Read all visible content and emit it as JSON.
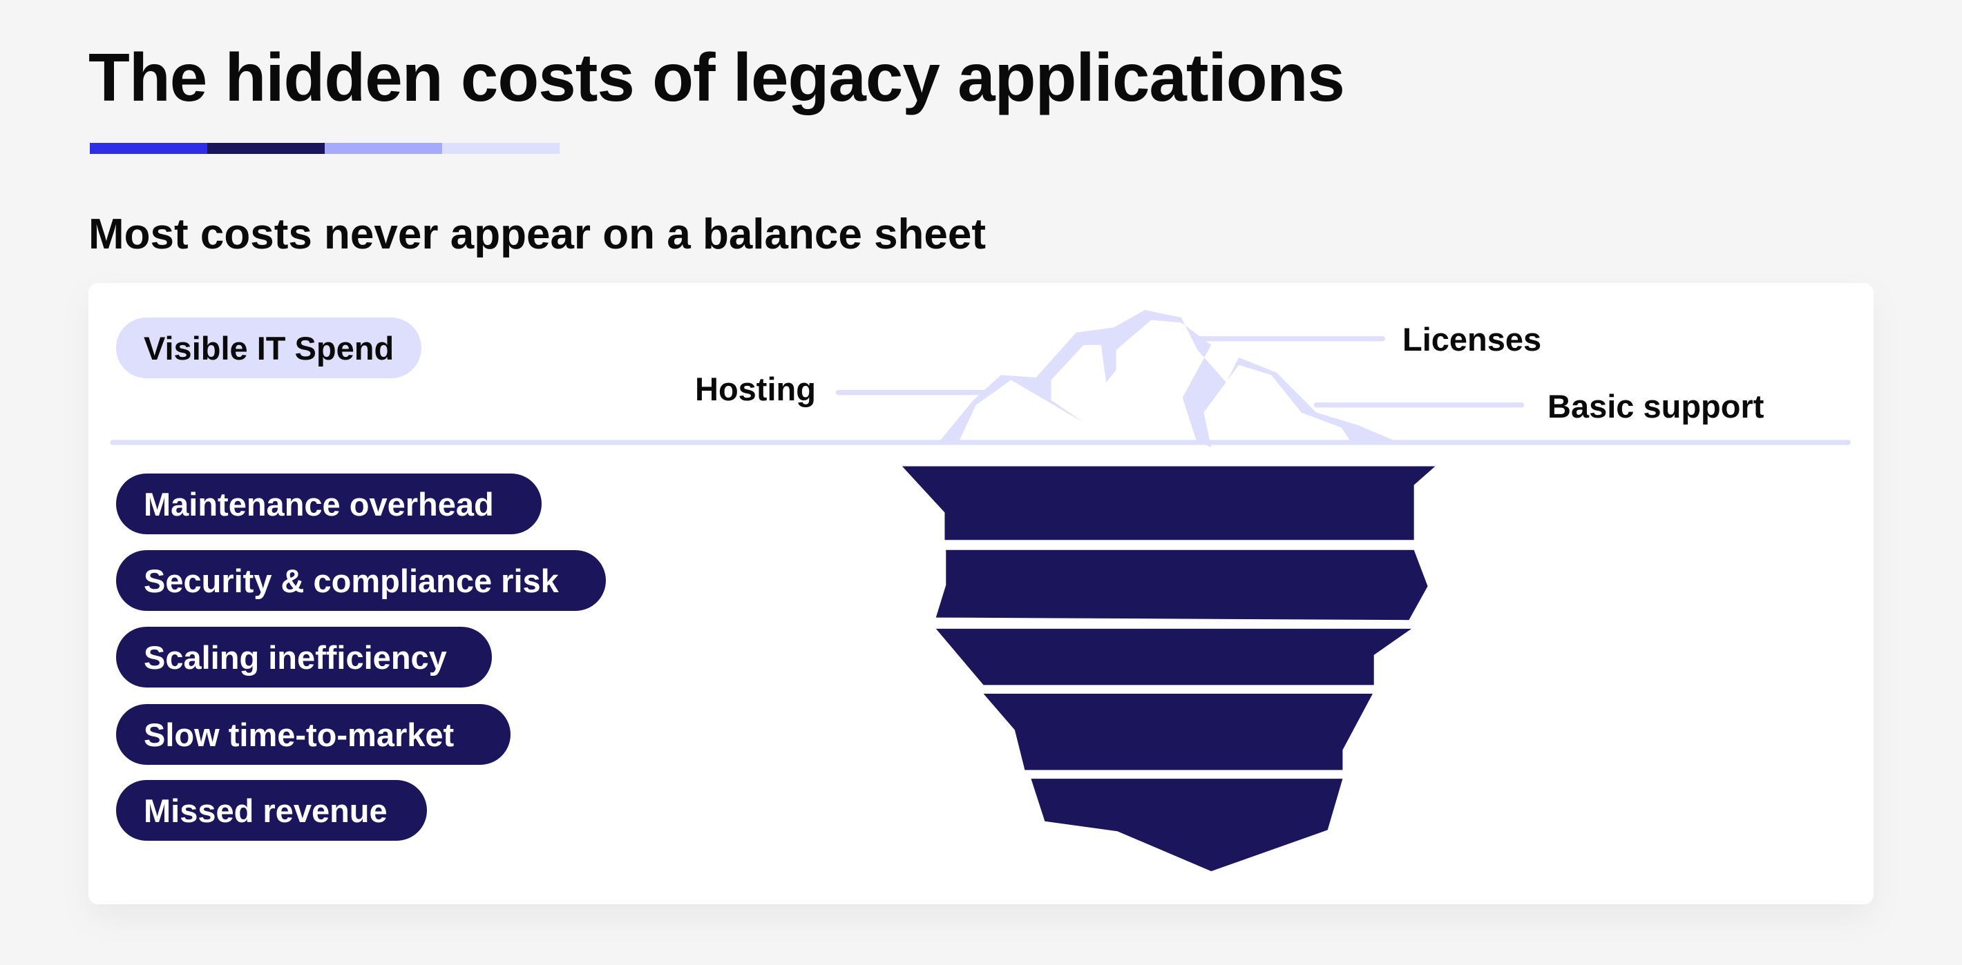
{
  "header": {
    "title": "The hidden costs of legacy applications",
    "accent_bar_colors": [
      "#2e2ee6",
      "#1b165c",
      "#a5aafc",
      "#dedffc"
    ]
  },
  "section": {
    "subtitle": "Most costs never appear on a balance sheet"
  },
  "iceberg": {
    "visible_label": "Visible IT Spend",
    "visible_items": [
      {
        "label": "Licenses"
      },
      {
        "label": "Hosting"
      },
      {
        "label": "Basic support"
      }
    ],
    "hidden_items": [
      {
        "label": "Maintenance overhead"
      },
      {
        "label": "Security & compliance risk"
      },
      {
        "label": "Scaling inefficiency"
      },
      {
        "label": "Slow time-to-market"
      },
      {
        "label": "Missed revenue"
      }
    ],
    "colors": {
      "tip": "#dedffc",
      "submerged": "#1b165c",
      "waterline": "#dedffc"
    }
  }
}
